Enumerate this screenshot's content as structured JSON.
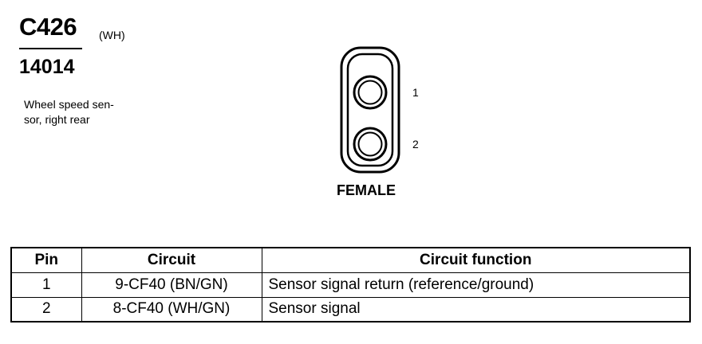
{
  "header": {
    "connector_id": "C426",
    "color_code": "(WH)",
    "part_number": "14014",
    "description": "Wheel speed sen-\nsor, right rear"
  },
  "connector": {
    "pin_labels": [
      "1",
      "2"
    ],
    "gender": "FEMALE"
  },
  "table": {
    "columns": [
      "Pin",
      "Circuit",
      "Circuit function"
    ],
    "rows": [
      {
        "pin": "1",
        "circuit": "9-CF40 (BN/GN)",
        "function": "Sensor signal return (reference/ground)"
      },
      {
        "pin": "2",
        "circuit": "8-CF40 (WH/GN)",
        "function": "Sensor signal"
      }
    ]
  }
}
